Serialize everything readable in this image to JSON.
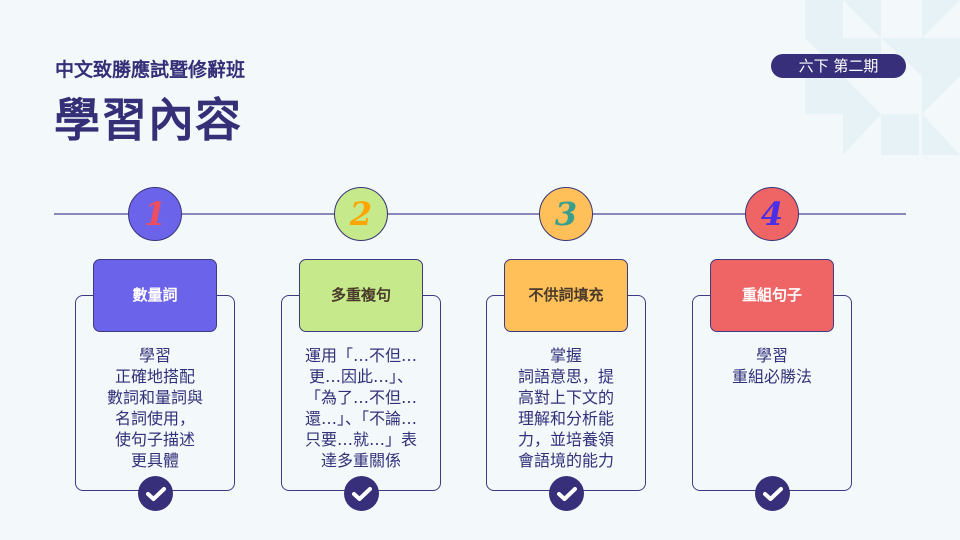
{
  "header": {
    "subtitle": "中文致勝應試暨修辭班",
    "title": "學習內容",
    "badge": "六下 第二期"
  },
  "steps": [
    {
      "number": "1",
      "heading": "數量詞",
      "lines": [
        "學習",
        "正確地搭配",
        "數詞和量詞與",
        "名詞使用，",
        "使句子描述",
        "更具體"
      ],
      "circle_color": "#6c63eb",
      "digit_color": "#f04e5e",
      "head_color": "#6c63eb",
      "head_text_color": "#ffffff"
    },
    {
      "number": "2",
      "heading": "多重複句",
      "lines": [
        "運用「…不但…",
        "更…因此…」、",
        "「為了…不但…",
        "還…」、「不論…",
        "只要…就…」表",
        "達多重關係"
      ],
      "circle_color": "#c5e98b",
      "digit_color": "#ffa500",
      "head_color": "#c5e98b",
      "head_text_color": "#4a3b2a"
    },
    {
      "number": "3",
      "heading": "不供詞填充",
      "lines": [
        "掌握",
        "詞語意思，提",
        "高對上下文的",
        "理解和分析能",
        "力，並培養領",
        "會語境的能力"
      ],
      "circle_color": "#ffc05a",
      "digit_color": "#3a9e8c",
      "head_color": "#ffc05a",
      "head_text_color": "#4a3b2a"
    },
    {
      "number": "4",
      "heading": "重組句子",
      "lines": [
        "學習",
        "重組必勝法"
      ],
      "circle_color": "#ef6464",
      "digit_color": "#4b2ee8",
      "head_color": "#ef6464",
      "head_text_color": "#ffffff"
    }
  ]
}
